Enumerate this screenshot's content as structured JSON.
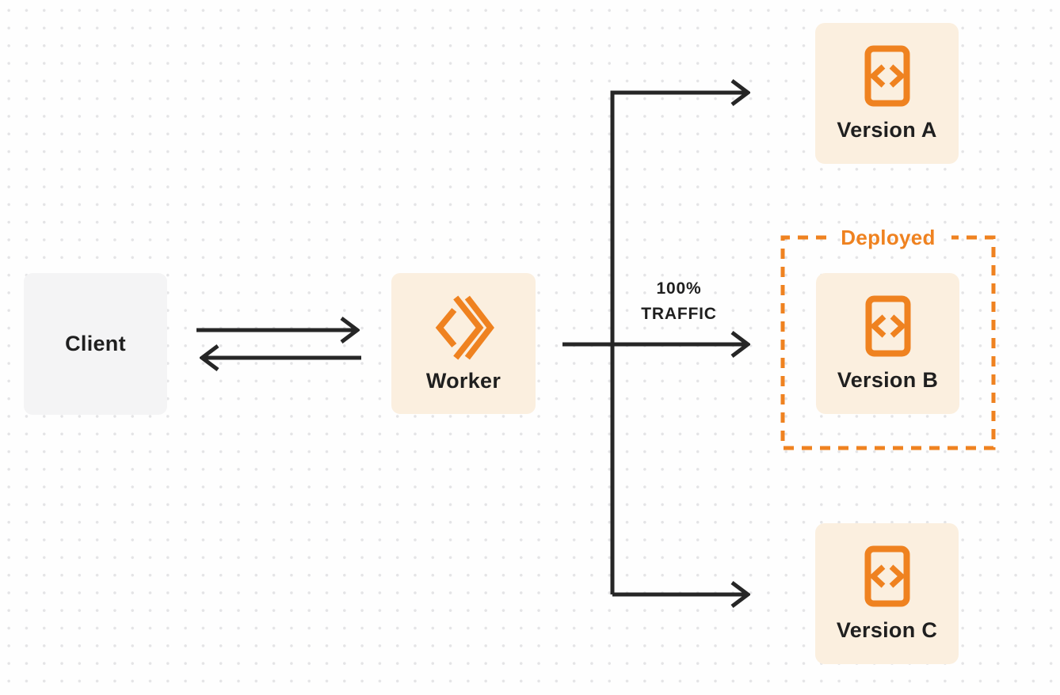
{
  "diagram": {
    "client": {
      "label": "Client"
    },
    "worker": {
      "label": "Worker",
      "icon": "workers-logo-icon"
    },
    "traffic": {
      "line1": "100%",
      "line2": "TRAFFIC"
    },
    "deployed": {
      "label": "Deployed"
    },
    "versions": [
      {
        "label": "Version A",
        "icon": "code-file-icon",
        "deployed": false
      },
      {
        "label": "Version B",
        "icon": "code-file-icon",
        "deployed": true
      },
      {
        "label": "Version C",
        "icon": "code-file-icon",
        "deployed": false
      }
    ],
    "colors": {
      "orange": "#EF8220",
      "cream_box": "#FBEFDF",
      "client_box": "#F4F4F5",
      "ink": "#262626",
      "dot_grid": "#E4E4E6",
      "background": "#FEFEFE"
    }
  }
}
